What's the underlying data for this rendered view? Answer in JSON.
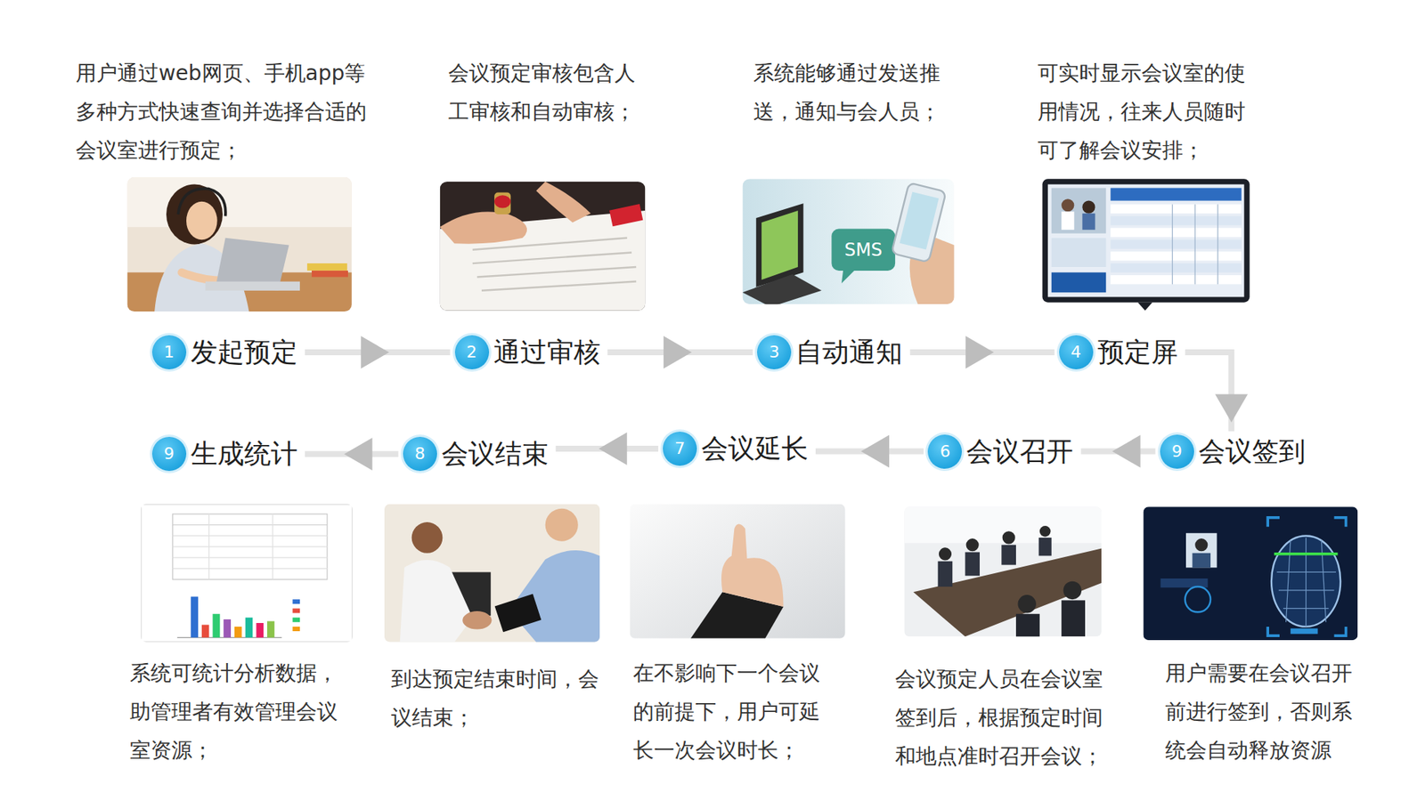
{
  "diagram": {
    "nodes": [
      {
        "text": [
          "发起预定",
          "用户通过web网页、手机app等多种方式快速查询并选择合适的会议室进行预定；"
        ]
      },
      {
        "text": [
          "1"
        ],
        "in": 0
      },
      {
        "text": [
          "通过审核",
          "会议预定审核包含人工审核和自动审核；"
        ]
      },
      {
        "text": [
          "2"
        ],
        "in": 2
      },
      {
        "text": [
          "自动通知",
          "系统能够通过发送推送，通知与会人员；"
        ]
      },
      {
        "text": [
          "3"
        ],
        "in": 4
      },
      {
        "text": [
          "预定屏",
          "可实时显示会议室的使用情况，往来人员随时可了解会议安排；"
        ]
      },
      {
        "text": [
          "4"
        ],
        "in": 6
      },
      {
        "text": [
          "会议签到",
          "用户需要在会议召开前进行签到，否则系统会自动释放资源"
        ]
      },
      {
        "text": [
          "9"
        ],
        "in": 8
      },
      {
        "text": [
          "会议召开",
          "会议预定人员在会议室签到后，根据预定时间和地点准时召开会议；"
        ]
      },
      {
        "text": [
          "6"
        ],
        "in": 10
      },
      {
        "text": [
          "会议延长",
          "在不影响下一个会议的前提下，用户可延长一次会议时长；"
        ]
      },
      {
        "text": [
          "7"
        ],
        "in": 12
      },
      {
        "text": [
          "会议结束",
          "到达预定结束时间，会议结束；"
        ]
      },
      {
        "text": [
          "8"
        ],
        "in": 14
      },
      {
        "text": [
          "生成统计",
          "系统可统计分析数据，助管理者有效管理会议室资源；"
        ]
      },
      {
        "text": [
          "9"
        ],
        "in": 16
      }
    ],
    "edges": [
      {
        "from": 0,
        "to": 2,
        "arrow": "to"
      },
      {
        "from": 2,
        "to": 4,
        "arrow": "to"
      },
      {
        "from": 4,
        "to": 6,
        "arrow": "to"
      },
      {
        "from": 6,
        "to": 8,
        "arrow": "to"
      },
      {
        "from": 8,
        "to": 10,
        "arrow": "to"
      },
      {
        "from": 10,
        "to": 12,
        "arrow": "to"
      },
      {
        "from": 12,
        "to": 14,
        "arrow": "to"
      },
      {
        "from": 14,
        "to": 16,
        "arrow": "to"
      }
    ],
    "labels": [
      "SMS"
    ]
  }
}
